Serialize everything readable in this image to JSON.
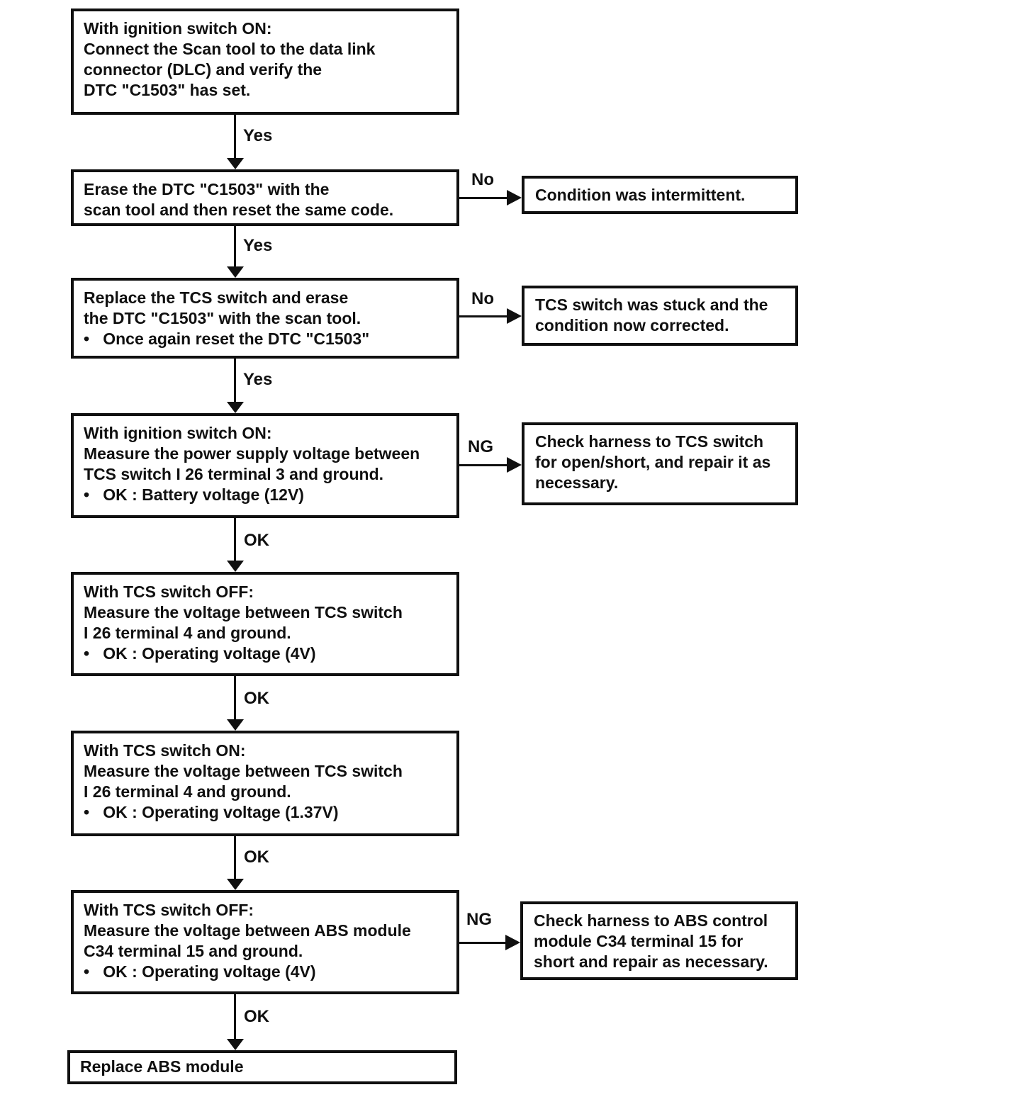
{
  "colors": {
    "ink": "#101010",
    "bg": "#ffffff"
  },
  "steps": [
    {
      "lines": [
        "With ignition switch ON:",
        "Connect the Scan tool to the data link",
        "connector (DLC) and verify the",
        "DTC \"C1503\" has set."
      ]
    },
    {
      "lines": [
        "Erase the DTC \"C1503\" with the",
        "scan tool and then reset the same code."
      ]
    },
    {
      "lines": [
        "Replace the TCS switch and erase",
        "the DTC \"C1503\" with the scan tool.",
        "•   Once again reset the DTC \"C1503\""
      ]
    },
    {
      "lines": [
        "With ignition switch ON:",
        "Measure the power supply voltage between",
        "TCS switch I 26 terminal 3 and ground.",
        "•   OK : Battery voltage (12V)"
      ]
    },
    {
      "lines": [
        "With TCS switch OFF:",
        "Measure the voltage between TCS switch",
        "I 26 terminal 4 and ground.",
        "•   OK : Operating voltage (4V)"
      ]
    },
    {
      "lines": [
        "With TCS switch ON:",
        "Measure the voltage between TCS switch",
        "I 26 terminal 4 and ground.",
        "•   OK : Operating voltage (1.37V)"
      ]
    },
    {
      "lines": [
        "With TCS switch OFF:",
        "Measure the voltage between ABS module",
        "C34 terminal 15 and ground.",
        "•   OK : Operating voltage (4V)"
      ]
    },
    {
      "lines": [
        "Replace ABS module"
      ]
    }
  ],
  "results": [
    {
      "lines": [
        "Condition was intermittent."
      ]
    },
    {
      "lines": [
        "TCS switch was stuck and the",
        "condition now corrected."
      ]
    },
    {
      "lines": [
        "Check harness to TCS switch",
        "for open/short, and repair it as",
        "necessary."
      ]
    },
    {
      "lines": [
        "Check harness to ABS control",
        "module C34 terminal 15 for",
        "short and repair as necessary."
      ]
    }
  ],
  "flow_labels": {
    "down": [
      "Yes",
      "Yes",
      "Yes",
      "OK",
      "OK",
      "OK",
      "OK"
    ],
    "side": [
      "No",
      "No",
      "NG",
      "NG"
    ]
  }
}
